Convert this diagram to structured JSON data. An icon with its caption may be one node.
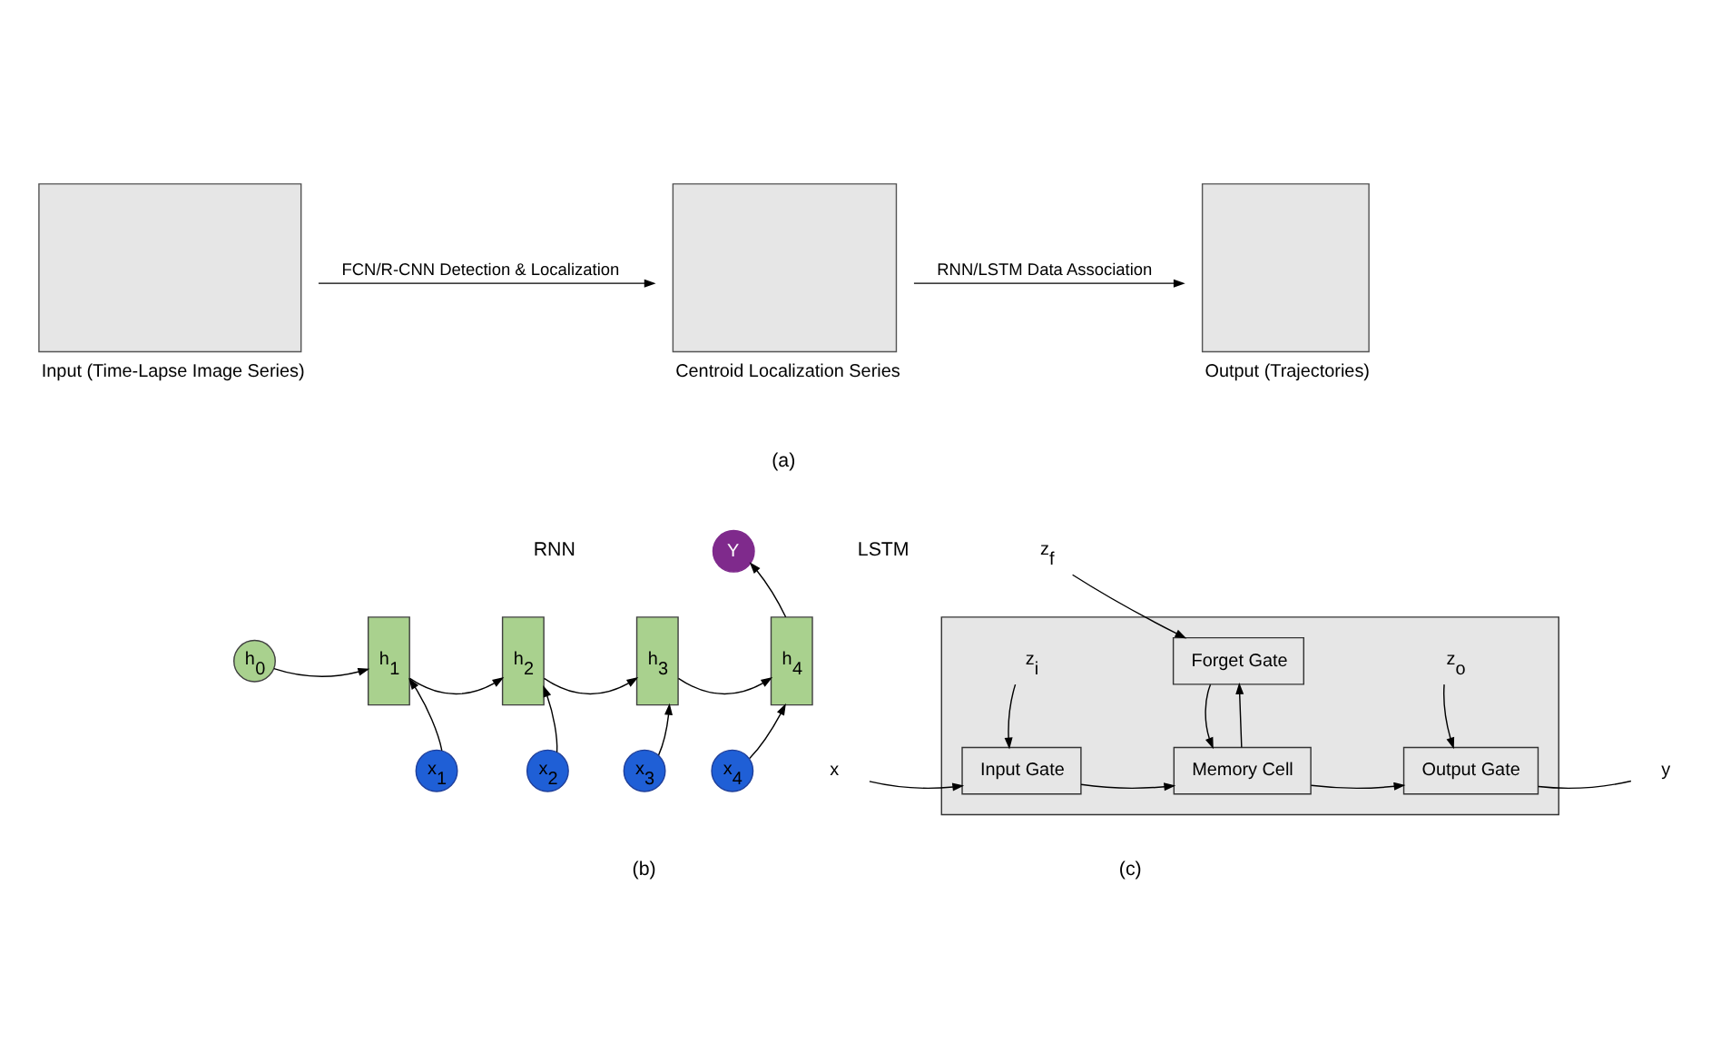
{
  "diagram": {
    "nodes": [
      {
        "text": [],
        "shape": "box",
        "beside": [
          "Input (Time-Lapse Image Series)"
        ]
      },
      {
        "text": [],
        "shape": "box",
        "beside": [
          "Centroid Localization Series"
        ]
      },
      {
        "text": [],
        "shape": "box",
        "beside": [
          "Output (Trajectories)"
        ]
      },
      {
        "text": [
          "h$_{0}$"
        ]
      },
      {
        "text": [
          "h$_{1}$"
        ]
      },
      {
        "text": [
          "h$_{2}$"
        ]
      },
      {
        "text": [
          "h$_{3}$"
        ]
      },
      {
        "text": [
          "h$_{4}$"
        ]
      },
      {
        "text": [
          "Y"
        ]
      },
      {
        "text": [
          "x$_{1}$"
        ]
      },
      {
        "text": [
          "x$_{2}$"
        ]
      },
      {
        "text": [
          "x$_{3}$"
        ]
      },
      {
        "text": [
          "x$_{4}$"
        ]
      },
      {
        "text": [],
        "shape": "box"
      },
      {
        "text": [
          "Forget Gate"
        ],
        "in": 13
      },
      {
        "text": [
          "z$_{f}$"
        ]
      },
      {
        "text": [
          "z$_{i}$"
        ],
        "in": 13
      },
      {
        "text": [
          "Input Gate"
        ],
        "in": 13
      },
      {
        "text": [
          "Memory Cell"
        ],
        "in": 13
      },
      {
        "text": [
          "z$_{o}$"
        ],
        "in": 13
      },
      {
        "text": [
          "Output Gate"
        ],
        "in": 13
      },
      {
        "text": [
          "x"
        ]
      },
      {
        "text": [
          "y"
        ]
      }
    ],
    "edges": [
      {
        "from": 0,
        "to": 1,
        "arrow": "to",
        "label": "FCN/R-CNN Detection & Localization"
      },
      {
        "from": 1,
        "to": 2,
        "arrow": "to",
        "label": "RNN/LSTM Data Association"
      },
      {
        "from": 3,
        "to": 4,
        "arrow": "to"
      },
      {
        "from": 4,
        "to": 5,
        "arrow": "to"
      },
      {
        "from": 5,
        "to": 6,
        "arrow": "to"
      },
      {
        "from": 6,
        "to": 7,
        "arrow": "to"
      },
      {
        "from": 7,
        "to": 8,
        "arrow": "to"
      },
      {
        "from": 9,
        "to": 4,
        "arrow": "to"
      },
      {
        "from": 10,
        "to": 5,
        "arrow": "to"
      },
      {
        "from": 11,
        "to": 6,
        "arrow": "to"
      },
      {
        "from": 12,
        "to": 7,
        "arrow": "to"
      },
      {
        "from": 15,
        "to": 14,
        "arrow": "to"
      },
      {
        "from": 16,
        "to": 17,
        "arrow": "to"
      },
      {
        "from": 19,
        "to": 20,
        "arrow": "to"
      },
      {
        "from": 21,
        "to": 17,
        "arrow": "to"
      },
      {
        "from": 17,
        "to": 18,
        "arrow": "to"
      },
      {
        "from": 18,
        "to": 14,
        "arrow": "to"
      },
      {
        "from": 14,
        "to": 18,
        "arrow": "to"
      },
      {
        "from": 18,
        "to": 20,
        "arrow": "to"
      },
      {
        "from": 20,
        "to": 22,
        "arrow": "none"
      }
    ],
    "labels": [
      "(a)",
      "RNN",
      "(b)",
      "LSTM",
      "(c)"
    ]
  }
}
